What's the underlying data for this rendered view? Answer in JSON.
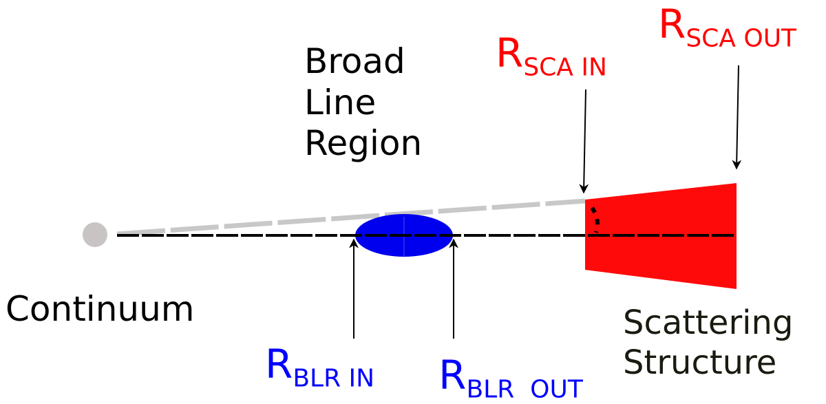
{
  "labels": {
    "broad_line_region": [
      "Broad",
      "Line",
      "Region"
    ],
    "continuum": "Continuum",
    "scattering_structure": [
      "Scattering",
      "Structure"
    ],
    "r_sca_in": {
      "main": "R",
      "sub": "SCA IN"
    },
    "r_sca_out": {
      "main": "R",
      "sub": "SCA OUT"
    },
    "r_blr_in": {
      "main": "R",
      "sub": "BLR IN"
    },
    "r_blr_out": {
      "main": "R",
      "sub": "BLR  OUT"
    }
  },
  "colors": {
    "continuum_source": "#c8c4c4",
    "blr": "#0000ee",
    "scattering": "#ff0a0a",
    "sight_line_upper": "#c8c8c8",
    "axis": "#000000",
    "sca_labels": "#ff0000",
    "blr_labels": "#0000ff"
  }
}
